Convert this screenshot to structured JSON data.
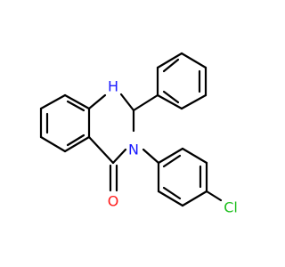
{
  "molecule": {
    "atoms": {
      "nh": {
        "text": "H",
        "color": "#1a1aff"
      },
      "n_sub": {
        "text": "N",
        "color": "#1a1aff"
      },
      "o": {
        "text": "O",
        "color": "#ff1a1a"
      },
      "cl": {
        "text": "Cl",
        "color": "#1fbf1f"
      }
    },
    "bond_color": "#000000",
    "background": "#ffffff"
  }
}
